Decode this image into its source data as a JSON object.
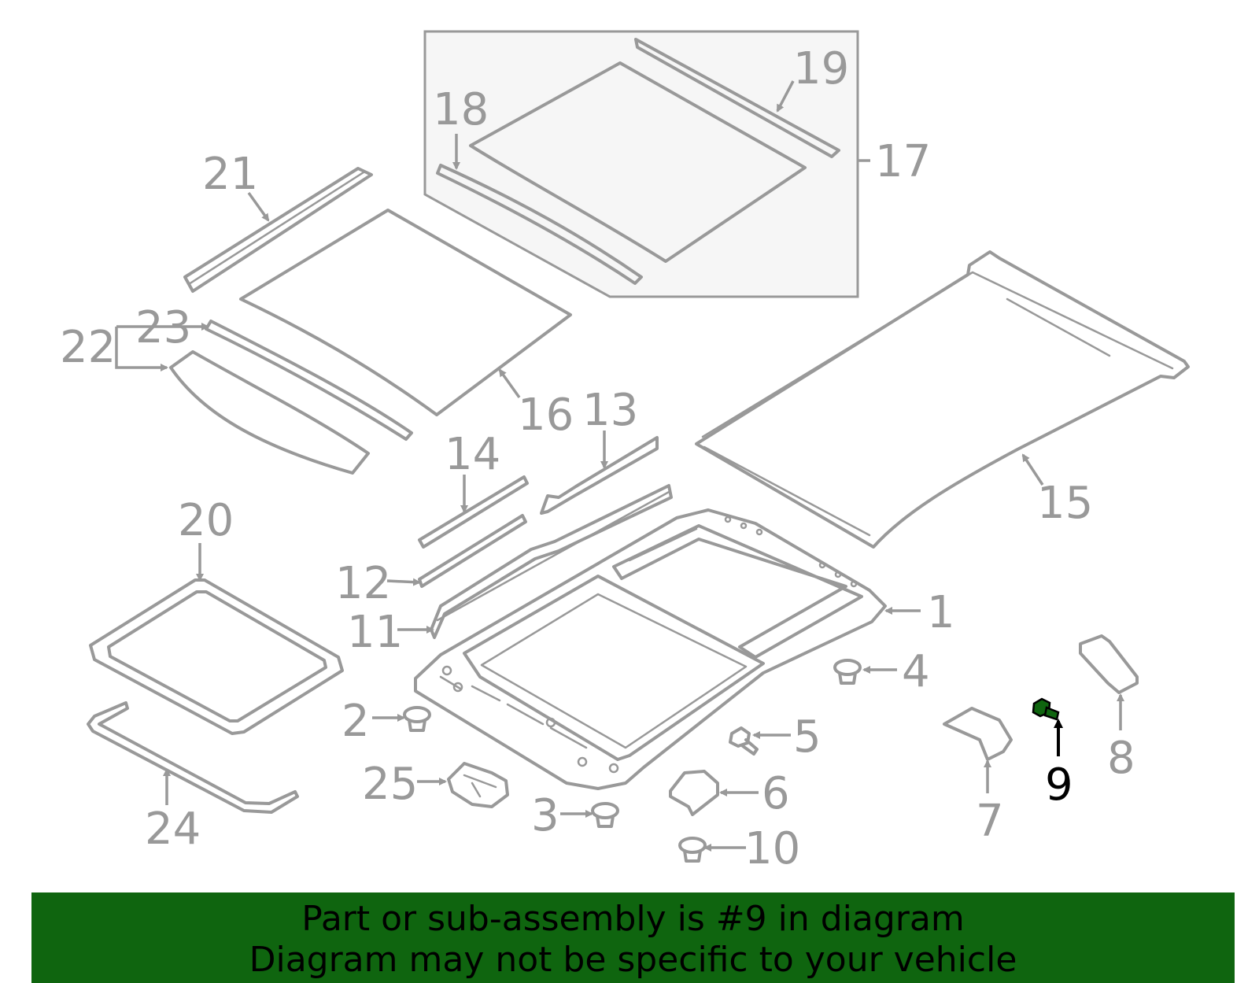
{
  "diagram": {
    "highlight_color": "#0f650f",
    "line_color": "#999999",
    "callouts": {
      "c1": "1",
      "c2": "2",
      "c3": "3",
      "c4": "4",
      "c5": "5",
      "c6": "6",
      "c7": "7",
      "c8": "8",
      "c9": "9",
      "c10": "10",
      "c11": "11",
      "c12": "12",
      "c13": "13",
      "c14": "14",
      "c15": "15",
      "c16": "16",
      "c17": "17",
      "c18": "18",
      "c19": "19",
      "c20": "20",
      "c21": "21",
      "c22": "22",
      "c23": "23",
      "c24": "24",
      "c25": "25"
    },
    "highlighted_part": "9"
  },
  "banner": {
    "background": "#0f650f",
    "line1": "Part or sub-assembly is #9 in diagram",
    "line2": "Diagram may not be specific to your vehicle"
  }
}
